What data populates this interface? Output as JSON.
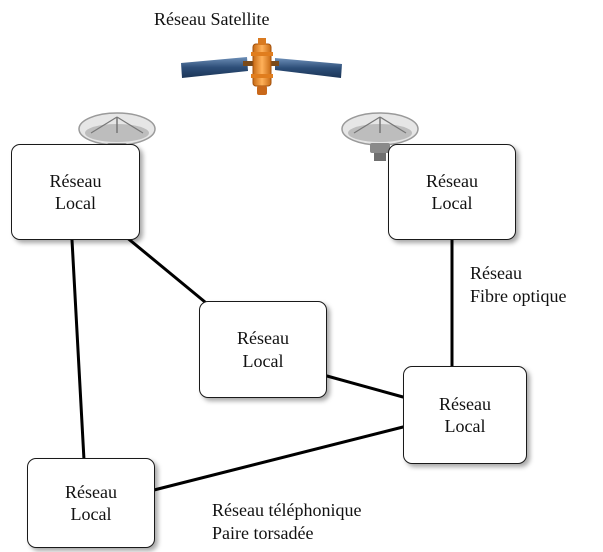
{
  "satellite_network": {
    "label": "Réseau Satellite",
    "icon": "satellite-icon"
  },
  "dish_icon": "satellite-dish-icon",
  "local_networks": [
    {
      "line1": "Réseau",
      "line2": "Local"
    },
    {
      "line1": "Réseau",
      "line2": "Local"
    },
    {
      "line1": "Réseau",
      "line2": "Local"
    },
    {
      "line1": "Réseau",
      "line2": "Local"
    },
    {
      "line1": "Réseau",
      "line2": "Local"
    }
  ],
  "links": {
    "fiber": {
      "line1": "Réseau",
      "line2": "Fibre optique"
    },
    "phone": {
      "line1": "Réseau téléphonique",
      "line2": "Paire torsadée"
    }
  },
  "colors": {
    "satellite_body": "#f0922e",
    "satellite_panel": "#3d5f8a",
    "dish": "#d9d9d9",
    "line": "#000000"
  }
}
